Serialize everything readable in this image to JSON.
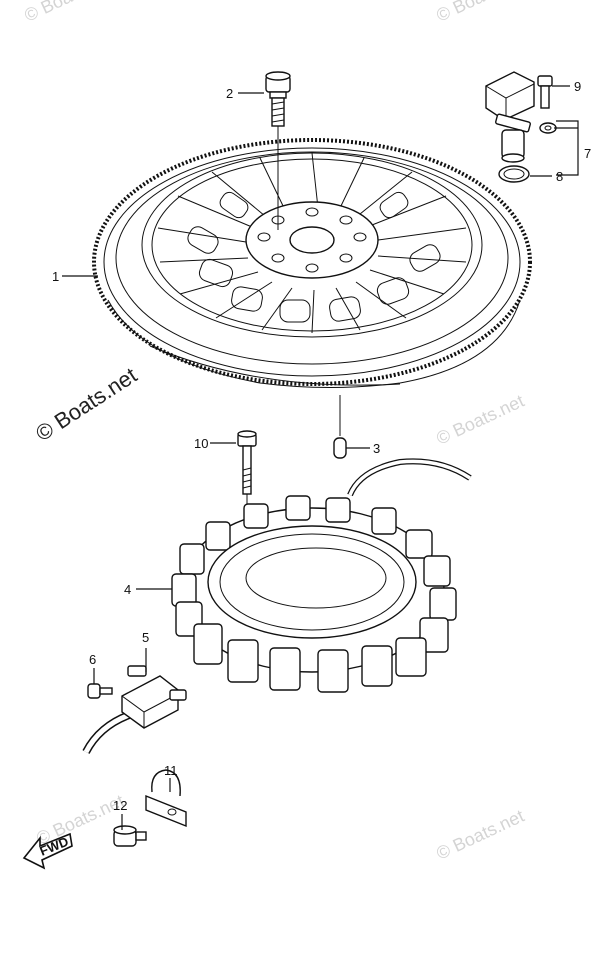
{
  "callouts": {
    "c1": "1",
    "c2": "2",
    "c3": "3",
    "c4": "4",
    "c5": "5",
    "c6": "6",
    "c7": "7",
    "c8": "8",
    "c9": "9",
    "c10": "10",
    "c11": "11",
    "c12": "12"
  },
  "watermarks": {
    "main": "© Boats.net",
    "faint": "© Boats.net"
  },
  "fwd_label": "FWD"
}
